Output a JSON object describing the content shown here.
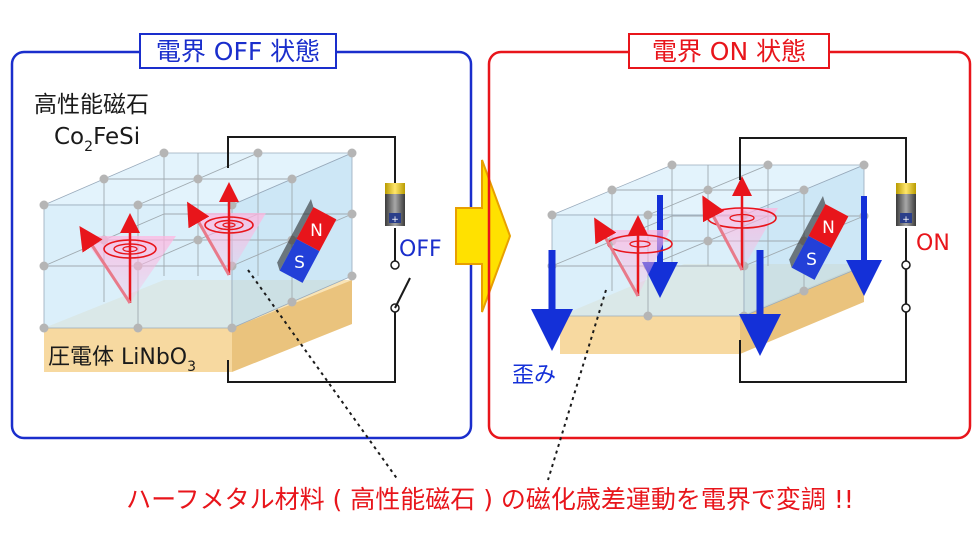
{
  "panels": {
    "off": {
      "title": "電界 OFF 状態",
      "switch_label": "OFF"
    },
    "on": {
      "title": "電界 ON 状態",
      "switch_label": "ON"
    }
  },
  "material": {
    "magnet_name": "高性能磁石",
    "formula_a": "Co",
    "formula_a_sub": "2",
    "formula_a_rest": "FeSi",
    "piezo_name": "圧電体 LiNbO",
    "piezo_sub": "3"
  },
  "magnet_icon": {
    "north": "N",
    "south": "S"
  },
  "battery": {
    "plus": "+"
  },
  "strain_label": "歪み",
  "caption": "ハーフメタル材料 ( 高性能磁石 ) の磁化歳差運動を電界で変調 !!",
  "colors": {
    "off_frame": "#1a2ecc",
    "on_frame": "#e8151b",
    "caption": "#e8151b",
    "lattice_fill": "#cfe9f8",
    "substrate": "#f7d9a0",
    "arrow_red": "#e8151b",
    "strain_blue": "#1430d8",
    "transition_arrow": "#ffe100"
  }
}
